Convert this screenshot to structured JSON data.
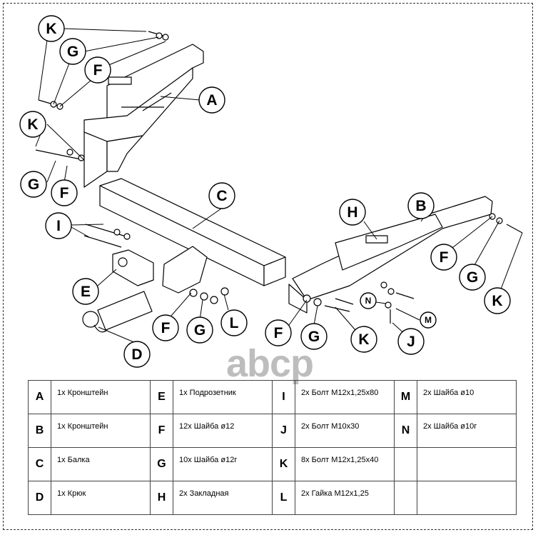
{
  "watermark": "abcp",
  "callouts": [
    "A",
    "B",
    "C",
    "D",
    "E",
    "F",
    "G",
    "H",
    "I",
    "J",
    "K",
    "L",
    "M",
    "N"
  ],
  "parts": [
    [
      {
        "code": "A",
        "desc": "1x Кронштейн"
      },
      {
        "code": "E",
        "desc": "1x Подрозетник"
      },
      {
        "code": "I",
        "desc": "2x Болт M12x1,25x80"
      },
      {
        "code": "M",
        "desc": "2x Шайба ø10"
      }
    ],
    [
      {
        "code": "B",
        "desc": "1x Кронштейн"
      },
      {
        "code": "F",
        "desc": "12x Шайба ø12"
      },
      {
        "code": "J",
        "desc": "2x Болт M10x30"
      },
      {
        "code": "N",
        "desc": "2x Шайба ø10г"
      }
    ],
    [
      {
        "code": "C",
        "desc": "1x Балка"
      },
      {
        "code": "G",
        "desc": "10x Шайба ø12г"
      },
      {
        "code": "K",
        "desc": "8x Болт M12x1,25x40"
      },
      {
        "code": "",
        "desc": ""
      }
    ],
    [
      {
        "code": "D",
        "desc": "1x Крюк"
      },
      {
        "code": "H",
        "desc": "2x Закладная"
      },
      {
        "code": "L",
        "desc": "2x Гайка M12x1,25"
      },
      {
        "code": "",
        "desc": ""
      }
    ]
  ]
}
